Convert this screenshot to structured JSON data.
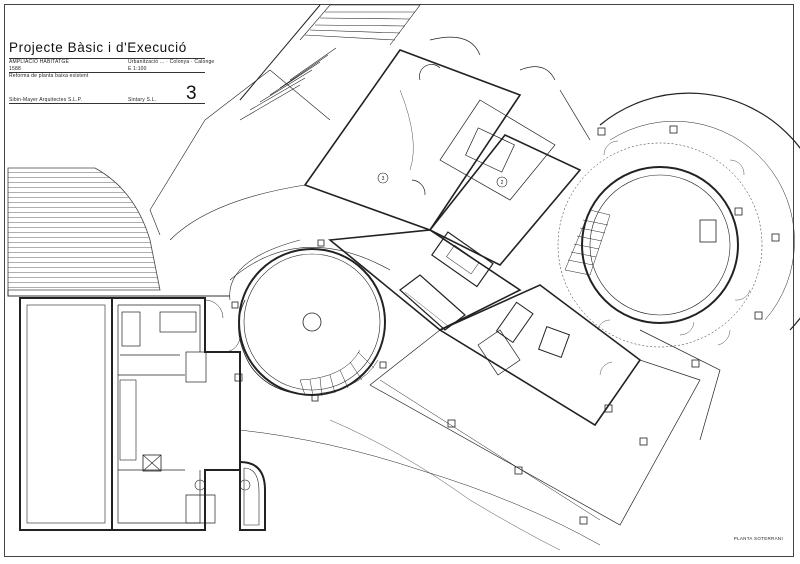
{
  "title_block": {
    "title": "Projecte Bàsic i d'Execució",
    "project_label": "AMPLIACIÓ HABITATGE",
    "location": "Urbanització ...  · Colonya · Calonge",
    "code": "1588",
    "scale": "E 1:100",
    "sheet_number": "3",
    "description": "Reforma de planta baixa existent",
    "architect": "Sibin-Mayer Arquitectes S.L.P.",
    "office": "Sintary S.L."
  },
  "plan": {
    "caption": "PLANTA SOTERRANI",
    "room_marks": [
      "3",
      "2"
    ]
  }
}
